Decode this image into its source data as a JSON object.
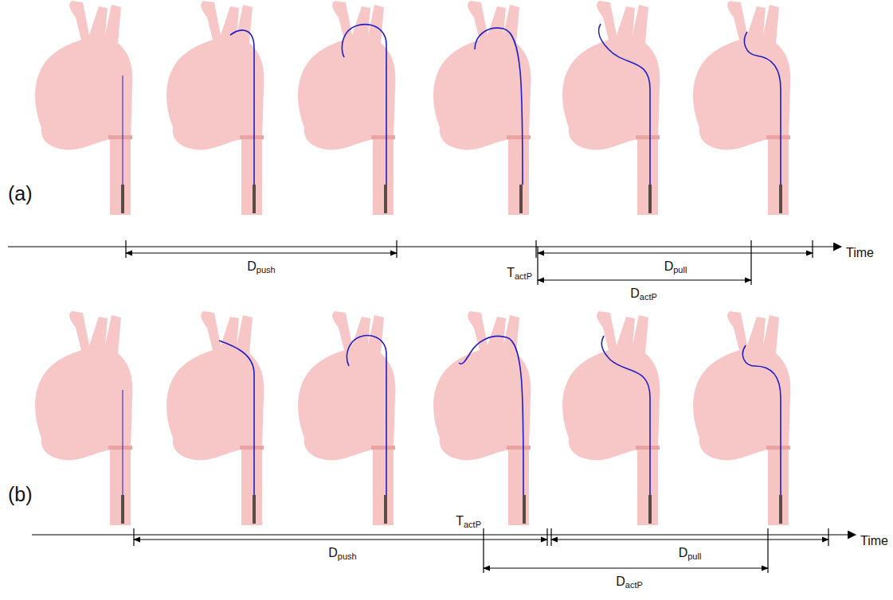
{
  "diagram": {
    "labels": [
      "(a)",
      "Dpush",
      "TactP",
      "Dpull",
      "DactP",
      "Time",
      "(b)",
      "Dpush",
      "TactP",
      "Dpull",
      "DactP",
      "Time"
    ]
  }
}
